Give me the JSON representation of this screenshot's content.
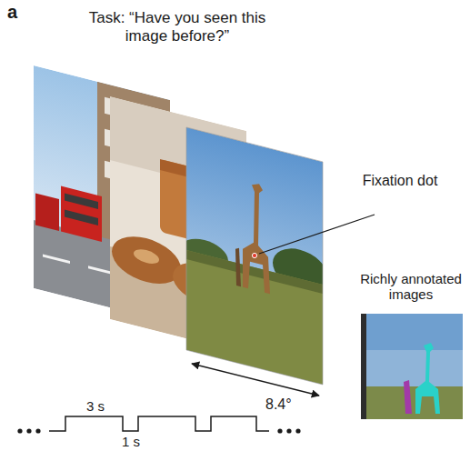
{
  "diagram": {
    "labels": [
      "a",
      "Task: “Have you seen this image before?”",
      "Fixation dot",
      "8.4°",
      "Richly annotated images",
      "3 s",
      "1 s"
    ]
  }
}
